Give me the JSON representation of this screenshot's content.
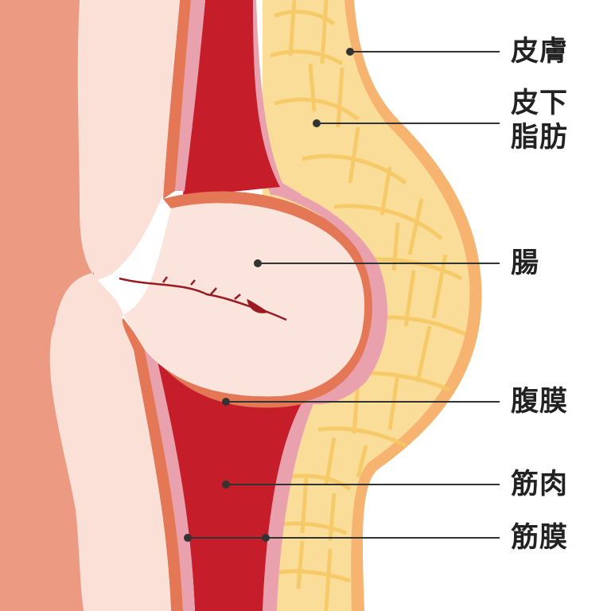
{
  "labels": {
    "skin": "皮膚",
    "subcutaneous_fat": "皮下\n脂肪",
    "intestine": "腸",
    "peritoneum": "腹膜",
    "muscle": "筋肉",
    "fascia": "筋膜"
  },
  "colors": {
    "body": "#EC9A82",
    "tissue": "#FBE0D7",
    "muscle": "#C61D2B",
    "fascia": "#E9A1AE",
    "fat": "#F9DD98",
    "fat_outline": "#F7C964",
    "skin": "#F6B470",
    "peritoneum": "#E47756",
    "line": "#333333"
  }
}
